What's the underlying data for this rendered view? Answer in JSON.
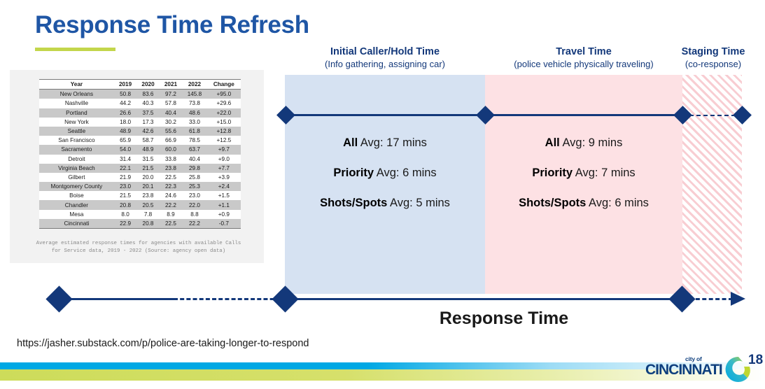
{
  "title": "Response Time Refresh",
  "table": {
    "headers": [
      "Year",
      "2019",
      "2020",
      "2021",
      "2022",
      "Change"
    ],
    "rows": [
      [
        "New Orleans",
        "50.8",
        "83.6",
        "97.2",
        "145.8",
        "+95.0"
      ],
      [
        "Nashville",
        "44.2",
        "40.3",
        "57.8",
        "73.8",
        "+29.6"
      ],
      [
        "Portland",
        "26.6",
        "37.5",
        "40.4",
        "48.6",
        "+22.0"
      ],
      [
        "New York",
        "18.0",
        "17.3",
        "30.2",
        "33.0",
        "+15.0"
      ],
      [
        "Seattle",
        "48.9",
        "42.6",
        "55.6",
        "61.8",
        "+12.8"
      ],
      [
        "San Francisco",
        "65.9",
        "58.7",
        "66.9",
        "78.5",
        "+12.5"
      ],
      [
        "Sacramento",
        "54.0",
        "48.9",
        "60.0",
        "63.7",
        "+9.7"
      ],
      [
        "Detroit",
        "31.4",
        "31.5",
        "33.8",
        "40.4",
        "+9.0"
      ],
      [
        "Virginia Beach",
        "22.1",
        "21.5",
        "23.8",
        "29.8",
        "+7.7"
      ],
      [
        "Gilbert",
        "21.9",
        "20.0",
        "22.5",
        "25.8",
        "+3.9"
      ],
      [
        "Montgomery County",
        "23.0",
        "20.1",
        "22.3",
        "25.3",
        "+2.4"
      ],
      [
        "Boise",
        "21.5",
        "23.8",
        "24.6",
        "23.0",
        "+1.5"
      ],
      [
        "Chandler",
        "20.8",
        "20.5",
        "22.2",
        "22.0",
        "+1.1"
      ],
      [
        "Mesa",
        "8.0",
        "7.8",
        "8.9",
        "8.8",
        "+0.9"
      ],
      [
        "Cincinnati",
        "22.9",
        "20.8",
        "22.5",
        "22.2",
        "-0.7"
      ]
    ],
    "note_line1": "Average estimated response times for agencies with available Calls",
    "note_line2": "for Service data, 2019 - 2022 (Source: agency open data)"
  },
  "phases": [
    {
      "title": "Initial Caller/Hold Time",
      "subtitle": "(Info gathering, assigning car)",
      "color": "#d6e2f2",
      "stats": [
        {
          "label": "All",
          "rest": "Avg: 17 mins"
        },
        {
          "label": "Priority",
          "rest": "Avg: 6 mins"
        },
        {
          "label": "Shots/Spots",
          "rest": "Avg: 5 mins"
        }
      ]
    },
    {
      "title": "Travel Time",
      "subtitle": "(police vehicle physically traveling)",
      "color": "#fde1e4",
      "stats": [
        {
          "label": "All",
          "rest": "Avg: 9 mins"
        },
        {
          "label": "Priority",
          "rest": "Avg: 7 mins"
        },
        {
          "label": "Shots/Spots",
          "rest": "Avg: 6 mins"
        }
      ]
    },
    {
      "title": "Staging Time",
      "subtitle": "(co-response)",
      "color": "#f8cdd2",
      "stats": []
    }
  ],
  "axis_label": "Response Time",
  "source_url": "https://jasher.substack.com/p/police-are-taking-longer-to-respond",
  "footer": {
    "logo_cityof": "city of",
    "logo_word": "CINCINNATI",
    "page_number": "18"
  },
  "accents": {
    "title_color": "#1f56a5",
    "title_rule_color": "#c3d64b",
    "timeline_color": "#13387a",
    "header_color": "#13387a"
  }
}
